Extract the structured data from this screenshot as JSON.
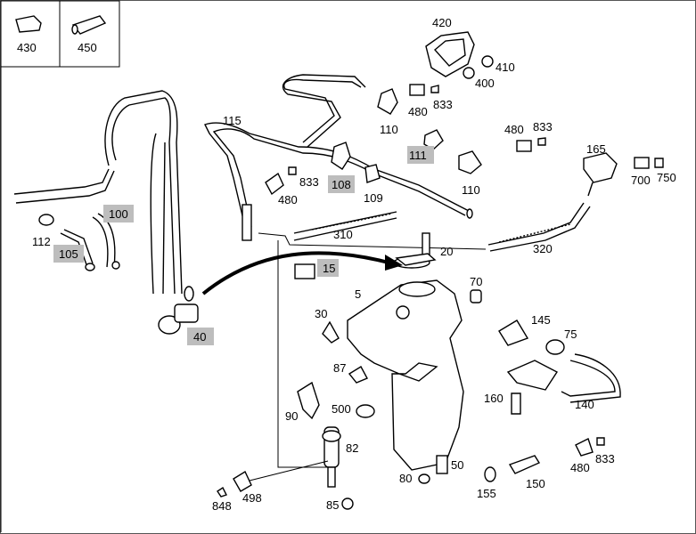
{
  "legend": {
    "items": [
      {
        "id": "430",
        "icon": "gasket-icon"
      },
      {
        "id": "450",
        "icon": "hose-piece-icon"
      }
    ]
  },
  "labels": {
    "p420": "420",
    "p410": "410",
    "p400": "400",
    "p480a": "480",
    "p833a": "833",
    "p110a": "110",
    "p115": "115",
    "p111": "111",
    "p480b": "480",
    "p833b": "833",
    "p110b": "110",
    "p165": "165",
    "p700": "700",
    "p750": "750",
    "p833c": "833",
    "p480c": "480",
    "p108": "108",
    "p109": "109",
    "p100": "100",
    "p112": "112",
    "p105": "105",
    "p310": "310",
    "p320": "320",
    "p20": "20",
    "p15": "15",
    "p40": "40",
    "p5": "5",
    "p70": "70",
    "p30": "30",
    "p145": "145",
    "p75": "75",
    "p87": "87",
    "p90": "90",
    "p500": "500",
    "p160": "160",
    "p140": "140",
    "p82": "82",
    "p480d": "480",
    "p833d": "833",
    "p50": "50",
    "p80": "80",
    "p155": "155",
    "p150": "150",
    "p848": "848",
    "p498": "498",
    "p85": "85"
  },
  "highlighted": [
    "111",
    "108",
    "100",
    "105",
    "15",
    "40"
  ]
}
